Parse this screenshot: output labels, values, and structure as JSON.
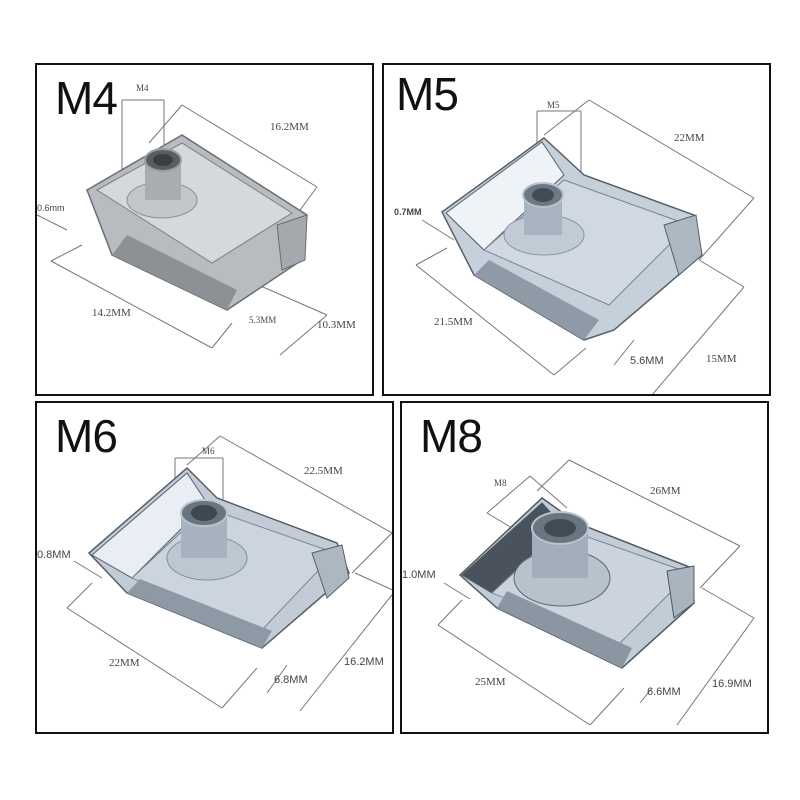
{
  "image_description": "Four-panel product dimension diagram of spring clip U-nuts (speed nuts), sizes M4, M5, M6 and M8",
  "panels": [
    {
      "id": "m4",
      "title": "M4",
      "labels": {
        "thread": "M4",
        "length": "16.2MM",
        "thickness": "0.6mm",
        "width": "14.2MM",
        "gap": "5.3MM",
        "height": "10.3MM"
      }
    },
    {
      "id": "m5",
      "title": "M5",
      "labels": {
        "thread": "M5",
        "length": "22MM",
        "thickness": "0.7MM",
        "width": "21.5MM",
        "gap": "5.6MM",
        "height": "15MM"
      }
    },
    {
      "id": "m6",
      "title": "M6",
      "labels": {
        "thread": "M6",
        "length": "22.5MM",
        "thickness": "0.8MM",
        "width": "22MM",
        "gap": "6.8MM",
        "height": "16.2MM"
      }
    },
    {
      "id": "m8",
      "title": "M8",
      "labels": {
        "thread": "M8",
        "length": "26MM",
        "thickness": "1.0MM",
        "width": "25MM",
        "gap": "6.6MM",
        "height": "16.9MM"
      }
    }
  ],
  "colors": {
    "border": "#111111",
    "metal_light": "#dfe6ee",
    "metal_mid": "#b9c4d0",
    "metal_dark": "#6f7a86",
    "dim_line": "#777777"
  }
}
